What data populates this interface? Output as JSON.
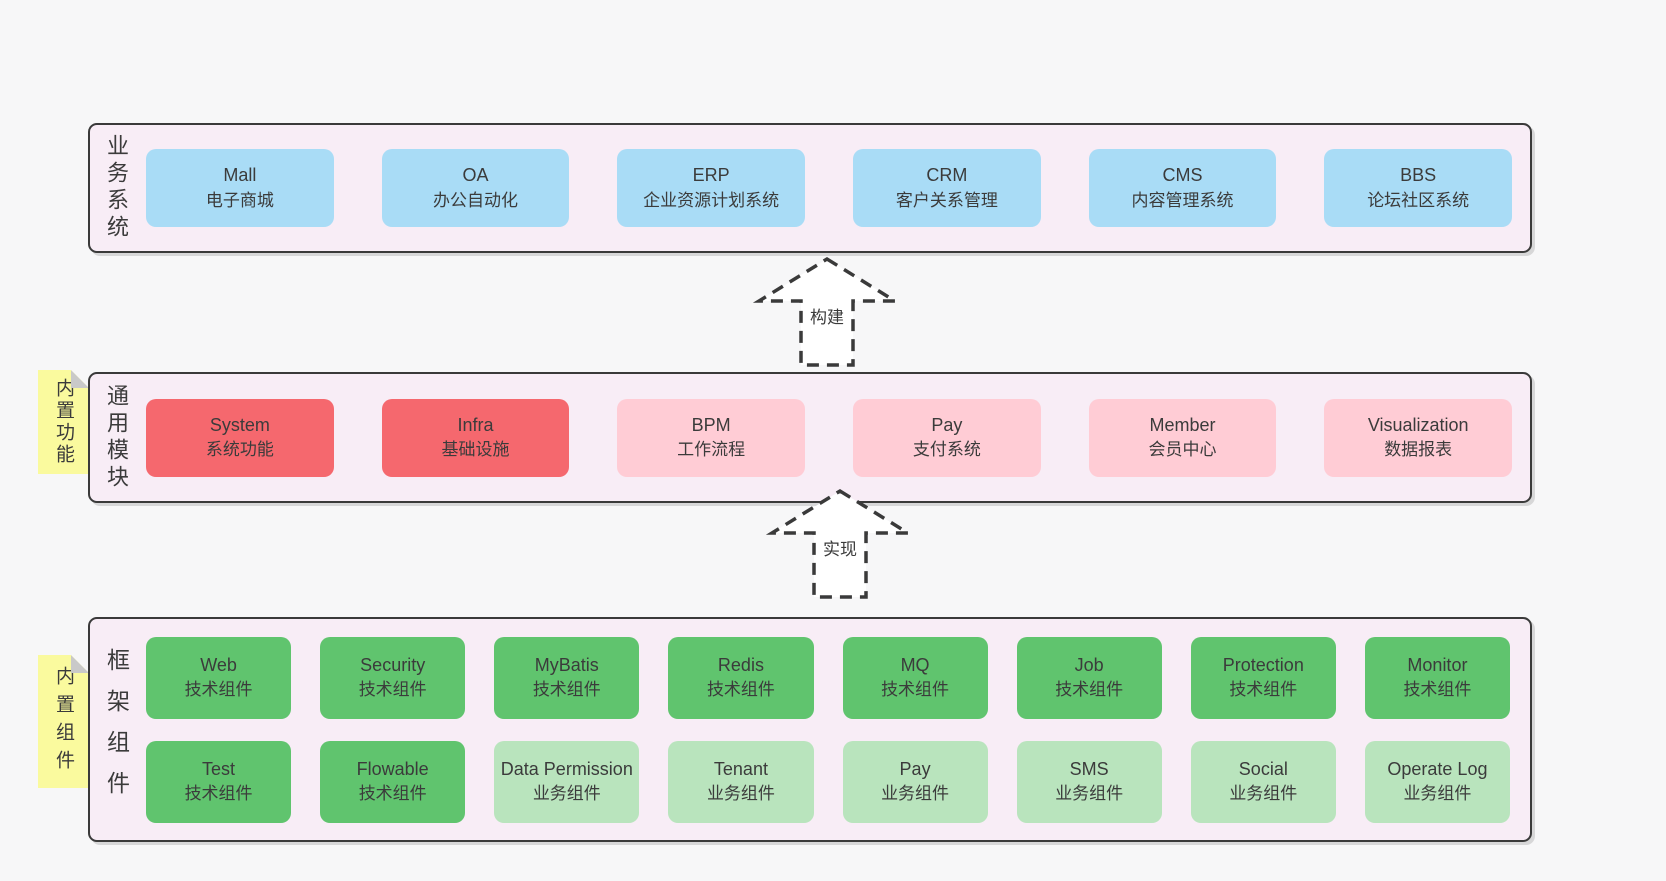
{
  "colors": {
    "page_bg": "#f7f7f8",
    "band_bg": "#f8edf6",
    "band_border": "#3a3a3a",
    "blue_box": "#a9dcf6",
    "red_box": "#f5686e",
    "pink_box": "#ffccd5",
    "green_box": "#60c46e",
    "light_green_box": "#b9e4bd",
    "sticky_yellow": "#fafa9e",
    "fold_gray": "#c9c9c9",
    "text": "#3b3b3b"
  },
  "arrows": [
    {
      "label": "构建"
    },
    {
      "label": "实现"
    }
  ],
  "bands": [
    {
      "label": "业务系统",
      "boxes": [
        {
          "name": "Mall",
          "subtitle": "电子商城"
        },
        {
          "name": "OA",
          "subtitle": "办公自动化"
        },
        {
          "name": "ERP",
          "subtitle": "企业资源计划系统"
        },
        {
          "name": "CRM",
          "subtitle": "客户关系管理"
        },
        {
          "name": "CMS",
          "subtitle": "内容管理系统"
        },
        {
          "name": "BBS",
          "subtitle": "论坛社区系统"
        }
      ]
    },
    {
      "label": "通用模块",
      "sticky": "内置功能",
      "boxes": [
        {
          "name": "System",
          "subtitle": "系统功能",
          "variant": "red"
        },
        {
          "name": "Infra",
          "subtitle": "基础设施",
          "variant": "red"
        },
        {
          "name": "BPM",
          "subtitle": "工作流程",
          "variant": "pink"
        },
        {
          "name": "Pay",
          "subtitle": "支付系统",
          "variant": "pink"
        },
        {
          "name": "Member",
          "subtitle": "会员中心",
          "variant": "pink"
        },
        {
          "name": "Visualization",
          "subtitle": "数据报表",
          "variant": "pink"
        }
      ]
    },
    {
      "label": "框架组件",
      "sticky": "内置组件",
      "rows": [
        [
          {
            "name": "Web",
            "subtitle": "技术组件",
            "variant": "green"
          },
          {
            "name": "Security",
            "subtitle": "技术组件",
            "variant": "green"
          },
          {
            "name": "MyBatis",
            "subtitle": "技术组件",
            "variant": "green"
          },
          {
            "name": "Redis",
            "subtitle": "技术组件",
            "variant": "green"
          },
          {
            "name": "MQ",
            "subtitle": "技术组件",
            "variant": "green"
          },
          {
            "name": "Job",
            "subtitle": "技术组件",
            "variant": "green"
          },
          {
            "name": "Protection",
            "subtitle": "技术组件",
            "variant": "green"
          },
          {
            "name": "Monitor",
            "subtitle": "技术组件",
            "variant": "green"
          }
        ],
        [
          {
            "name": "Test",
            "subtitle": "技术组件",
            "variant": "green"
          },
          {
            "name": "Flowable",
            "subtitle": "技术组件",
            "variant": "green"
          },
          {
            "name": "Data Permission",
            "subtitle": "业务组件",
            "variant": "green-light"
          },
          {
            "name": "Tenant",
            "subtitle": "业务组件",
            "variant": "green-light"
          },
          {
            "name": "Pay",
            "subtitle": "业务组件",
            "variant": "green-light"
          },
          {
            "name": "SMS",
            "subtitle": "业务组件",
            "variant": "green-light"
          },
          {
            "name": "Social",
            "subtitle": "业务组件",
            "variant": "green-light"
          },
          {
            "name": "Operate Log",
            "subtitle": "业务组件",
            "variant": "green-light"
          }
        ]
      ]
    }
  ]
}
